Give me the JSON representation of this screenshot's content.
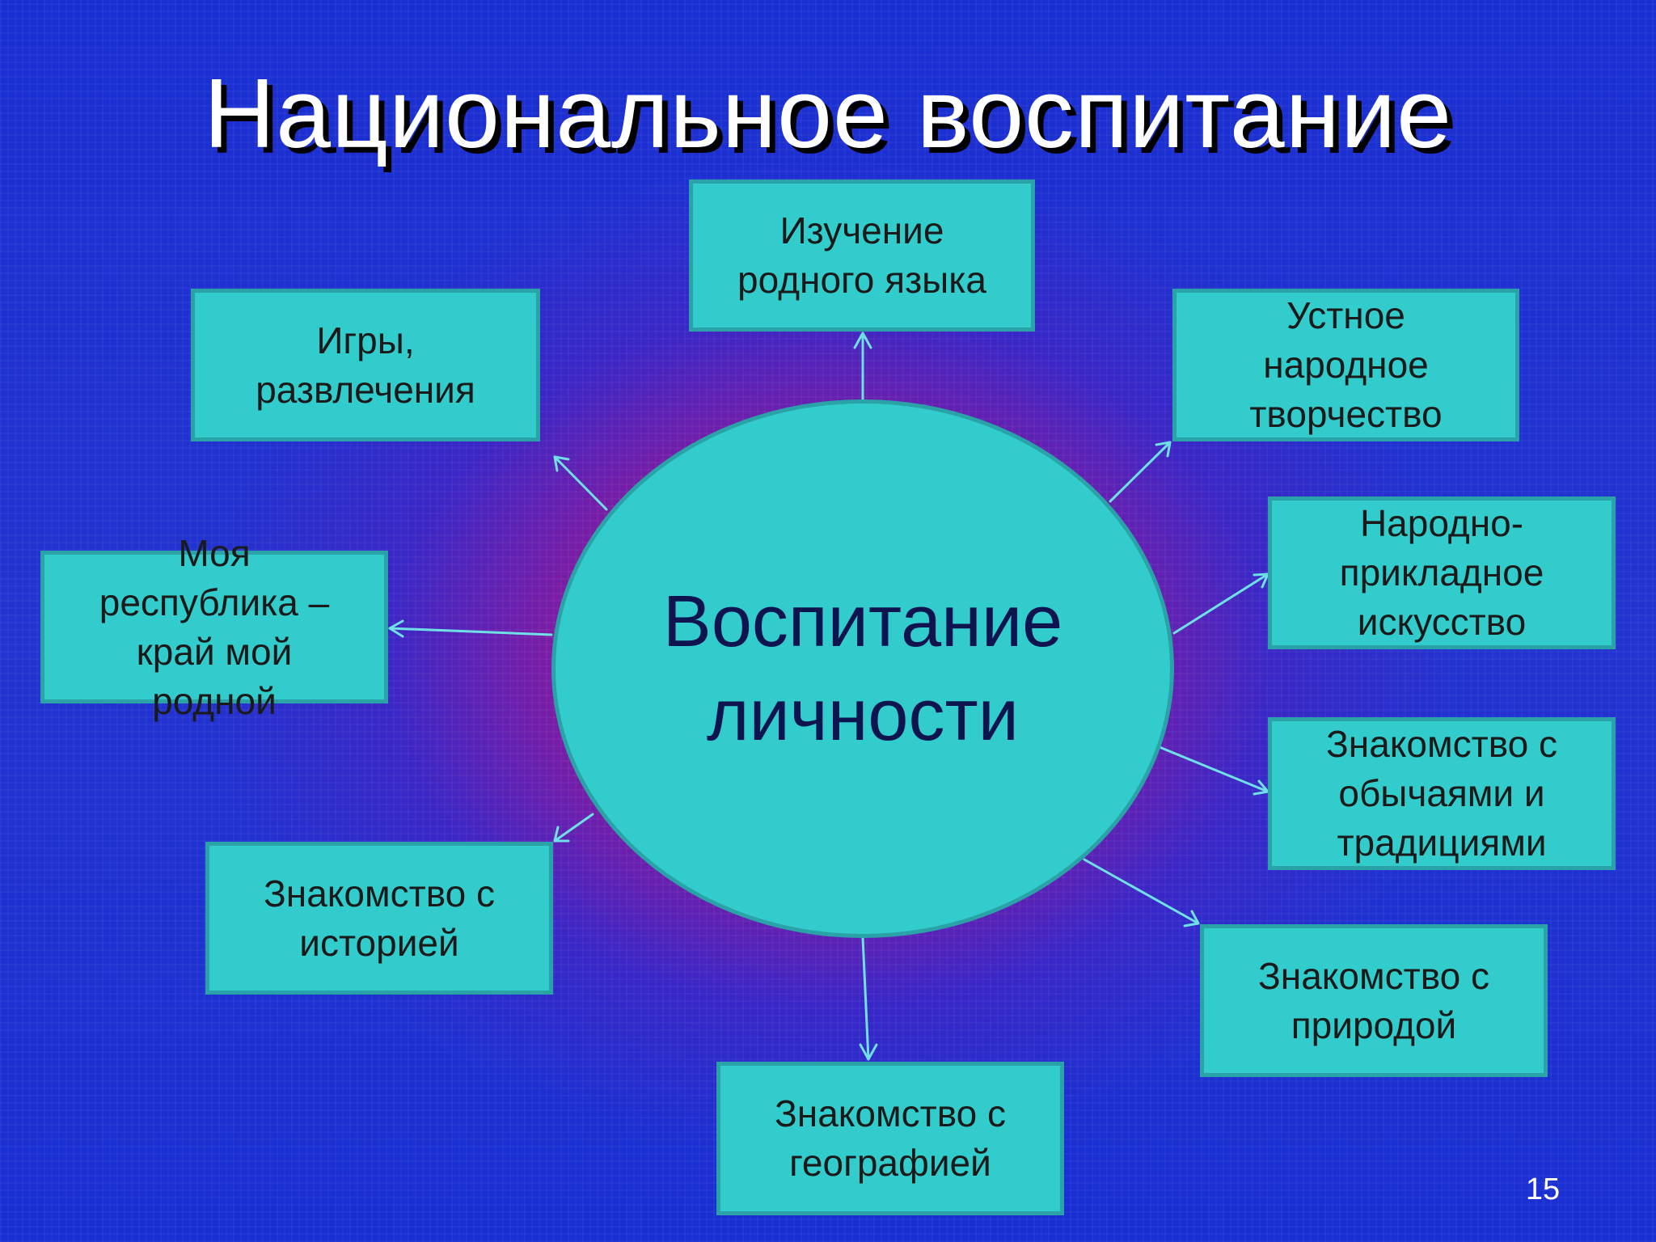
{
  "slide": {
    "title": "Национальное воспитание",
    "page_number": "15"
  },
  "center": {
    "label": "Воспитание\nличности"
  },
  "nodes": {
    "language": "Изучение\nродного языка",
    "games": "Игры,\nразвлечения",
    "folklore": "Устное\nнародное\nтворчество",
    "applied_art": "Народно-\nприкладное\nискусство",
    "republic": "Моя\nреспублика –\nкрай мой\nродной",
    "customs": "Знакомство с\nобычаями и\nтрадициями",
    "history": "Знакомство с\nисторией",
    "nature": "Знакомство с\nприродой",
    "geography": "Знакомство с\nгеографией"
  },
  "colors": {
    "box_fill": "#33cccc",
    "box_border": "#2aa3a8",
    "arrow": "#6fe0e6",
    "title": "#ffffff"
  }
}
